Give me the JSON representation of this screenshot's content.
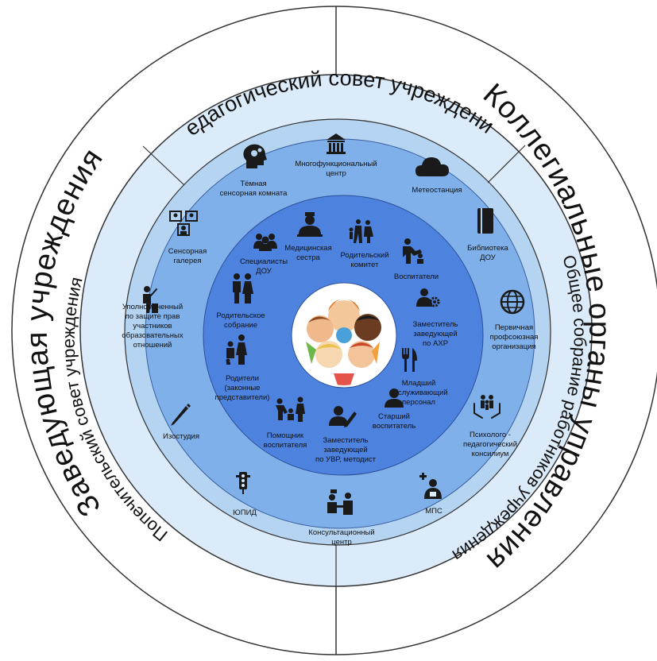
{
  "outer_ring": {
    "left": "Заведующая учреждения",
    "right": "Коллегиальные органы управления"
  },
  "mid_ring": {
    "top": "Педагогический совет учреждения",
    "left": "Попечительский совет учреждения",
    "right": "Общее собрание работников учреждения"
  },
  "colors": {
    "outer_ring": "#dcebf9",
    "mid_ring": "#b5d4f1",
    "inner_ring": "#7fb0e9",
    "core_ring": "#4d83df",
    "center": "#ffffff",
    "lines": "#333333"
  },
  "outer_items": [
    {
      "name": "multifunctional-center",
      "icon": "museum-icon",
      "label": [
        "Многофункциональный",
        "центр"
      ]
    },
    {
      "name": "dark-sensory-room",
      "icon": "brain-gears-icon",
      "label": [
        "Тёмная",
        "сенсорная комната"
      ]
    },
    {
      "name": "weather-station",
      "icon": "cloud-icon",
      "label": [
        "Метеостанция"
      ]
    },
    {
      "name": "sensory-gallery",
      "icon": "gallery-icon",
      "label": [
        "Сенсорная",
        "галерея"
      ]
    },
    {
      "name": "library",
      "icon": "book-icon",
      "label": [
        "Библиотека",
        "ДОУ"
      ]
    },
    {
      "name": "ombudsman",
      "icon": "person-podium-icon",
      "label": [
        "Уполномоченный",
        "по защите прав",
        "участников",
        "образовательных",
        "отношений"
      ]
    },
    {
      "name": "trade-union",
      "icon": "globe-icon",
      "label": [
        "Первичная",
        "профсоюзная",
        "организация"
      ]
    },
    {
      "name": "art-studio",
      "icon": "pencil-icon",
      "label": [
        "Изостудия"
      ]
    },
    {
      "name": "psych-council",
      "icon": "family-care-icon",
      "label": [
        "Психолого -",
        "педагогический",
        "консилиум"
      ]
    },
    {
      "name": "yupid",
      "icon": "traffic-light-icon",
      "label": [
        "ЮПИД"
      ]
    },
    {
      "name": "mps",
      "icon": "medical-person-icon",
      "label": [
        "МПС"
      ]
    },
    {
      "name": "consult-center",
      "icon": "consultation-icon",
      "label": [
        "Консультационный",
        "центр"
      ]
    }
  ],
  "inner_items": [
    {
      "name": "specialists",
      "icon": "group-icon",
      "label": [
        "Специалисты",
        "ДОУ"
      ]
    },
    {
      "name": "nurse",
      "icon": "nurse-icon",
      "label": [
        "Медицинская",
        "сестра"
      ]
    },
    {
      "name": "parent-committee",
      "icon": "family-walk-icon",
      "label": [
        "Родительский",
        "комитет"
      ]
    },
    {
      "name": "educators",
      "icon": "teacher-child-icon",
      "label": [
        "Воспитатели"
      ]
    },
    {
      "name": "parent-meeting",
      "icon": "man-woman-icon",
      "label": [
        "Родительское",
        "собрание"
      ]
    },
    {
      "name": "deputy-ahr",
      "icon": "person-gear-icon",
      "label": [
        "Заместитель",
        "заведующей",
        "по АХР"
      ]
    },
    {
      "name": "parents",
      "icon": "parents-child-icon",
      "label": [
        "Родители",
        "(законные",
        "представители)"
      ]
    },
    {
      "name": "junior-staff",
      "icon": "fork-knife-icon",
      "label": [
        "Младший",
        "обслуживающий",
        "персонал"
      ]
    },
    {
      "name": "senior-educator",
      "icon": "person-icon",
      "label": [
        "Старший",
        "воспитатель"
      ]
    },
    {
      "name": "assistant",
      "icon": "assistant-icon",
      "label": [
        "Помощник",
        "воспитателя"
      ]
    },
    {
      "name": "deputy-uvr",
      "icon": "person-pen-icon",
      "label": [
        "Заместитель",
        "заведующей",
        "по УВР, методист"
      ]
    }
  ],
  "center": {
    "icon": "children-circle-icon"
  }
}
